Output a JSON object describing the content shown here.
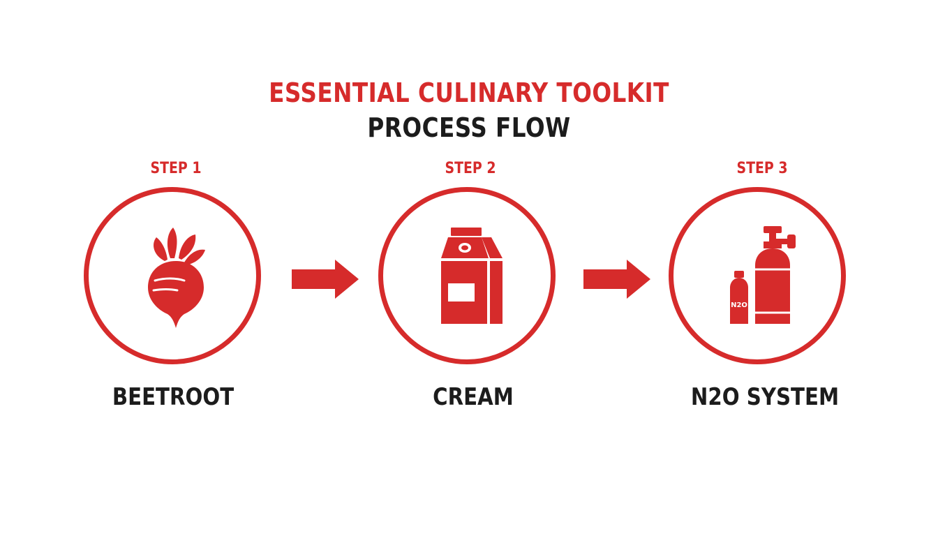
{
  "header": {
    "title": "ESSENTIAL CULINARY TOOLKIT",
    "subtitle": "PROCESS FLOW"
  },
  "steps": [
    {
      "label": "STEP 1",
      "name": "BEETROOT",
      "icon": "beetroot-icon"
    },
    {
      "label": "STEP 2",
      "name": "CREAM",
      "icon": "milk-carton-icon"
    },
    {
      "label": "STEP 3",
      "name": "N2O SYSTEM",
      "icon": "gas-cylinder-icon",
      "icon_text": "N2O"
    }
  ],
  "colors": {
    "accent": "#d62b2b",
    "text": "#1c1c1c"
  }
}
